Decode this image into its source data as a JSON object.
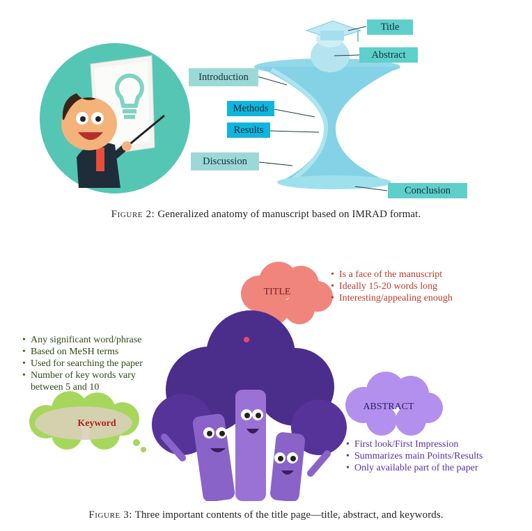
{
  "figure2": {
    "labels": {
      "title": "Title",
      "abstract": "Abstract",
      "introduction": "Introduction",
      "methods": "Methods",
      "results": "Results",
      "discussion": "Discussion",
      "conclusion": "Conclusion"
    },
    "caption_prefix": "Figure 2:",
    "caption_text": "Generalized anatomy of manuscript based on IMRAD format."
  },
  "figure3": {
    "title_cloud": "TITLE",
    "abstract_cloud": "ABSTRACT",
    "keyword_cloud": "Keyword",
    "title_bullets": [
      "Is a face of the manuscript",
      "Ideally 15-20 words long",
      "Interesting/appealing enough"
    ],
    "keyword_bullets": [
      "Any significant word/phrase",
      "Based on MeSH terms",
      "Used for searching the paper",
      "Number of key words vary between 5 and 10"
    ],
    "abstract_bullets": [
      "First look/First Impression",
      "Summarizes main Points/Results",
      "Only available part of the paper"
    ],
    "caption_prefix": "Figure 3:",
    "caption_text": "Three important contents of the title page—title, abstract, and keywords."
  },
  "colors": {
    "teal_tag": "#5ecfca",
    "blue_tag": "#0fb5dc",
    "title_text": "#c0392b",
    "keyword_text": "#2e4a17",
    "abstract_text": "#5a2fa8"
  }
}
